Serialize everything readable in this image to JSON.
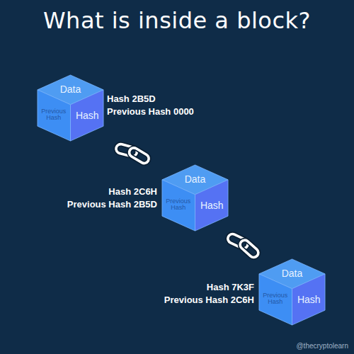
{
  "diagram": {
    "title": "What is inside a block?",
    "nodes": [
      {
        "text": [
          "Data",
          "Previous Hash",
          "Hash",
          "Hash 2B5D",
          "Previous Hash 0000"
        ]
      },
      {
        "text": [
          "Data",
          "Previous Hash",
          "Hash",
          "Hash 2C6H",
          "Previous Hash 2B5D"
        ]
      },
      {
        "text": [
          "Data",
          "Previous Hash",
          "Hash",
          "Hash 7K3F",
          "Previous Hash 2C6H"
        ]
      }
    ],
    "edges": [
      {
        "from": 0,
        "to": 1,
        "arrow": "none"
      },
      {
        "from": 1,
        "to": 2,
        "arrow": "none"
      }
    ],
    "labels": [
      "@thecryptolearn"
    ]
  }
}
